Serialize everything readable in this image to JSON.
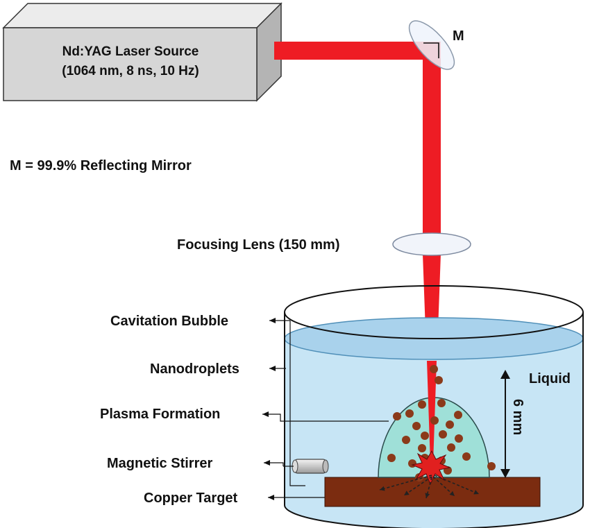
{
  "laser": {
    "line1": "Nd:YAG Laser Source",
    "line2": "(1064 nm, 8 ns, 10 Hz)"
  },
  "mirror": {
    "symbol": "M",
    "legend": "M = 99.9% Reflecting Mirror"
  },
  "lens": {
    "label": "Focusing Lens (150 mm)"
  },
  "labels": {
    "cavitation_bubble": "Cavitation Bubble",
    "nanodroplets": "Nanodroplets",
    "plasma_formation": "Plasma Formation",
    "magnetic_stirrer": "Magnetic Stirrer",
    "copper_target": "Copper Target",
    "liquid": "Liquid",
    "depth": "6 mm"
  },
  "colors": {
    "beam": "#ee1c24",
    "box_front": "#d6d6d6",
    "box_top": "#ececec",
    "box_side": "#b4b4b4",
    "liquid": "#c7e5f5",
    "liquid_surface": "#a9d2ec",
    "bubble": "#9fe0d8",
    "particle": "#8b3a1a",
    "target": "#7b2c10",
    "plasma": "#e1201f"
  }
}
